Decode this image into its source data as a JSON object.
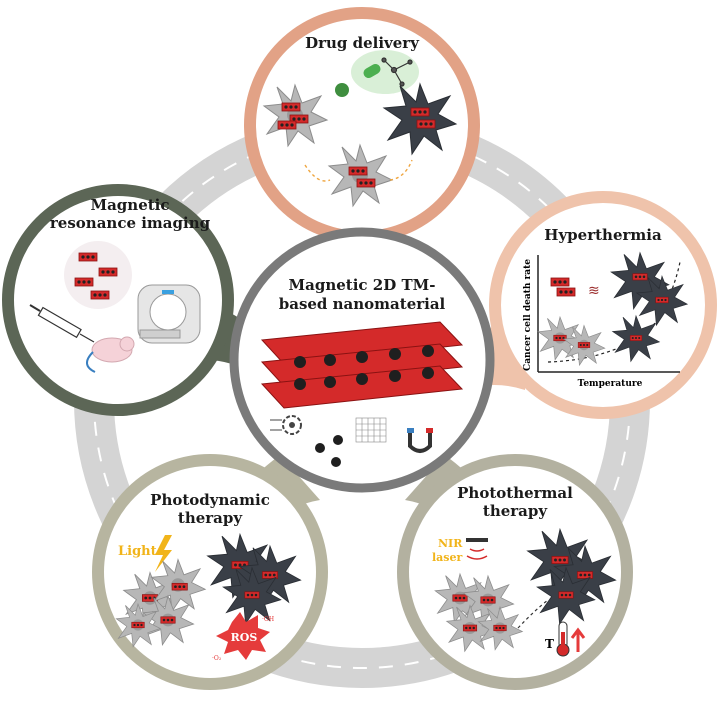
{
  "center": {
    "title_line1": "Magnetic 2D TM-",
    "title_line2": "based nanomaterial"
  },
  "nodes": {
    "drug_delivery": {
      "title": "Drug delivery"
    },
    "mri": {
      "title_line1": "Magnetic",
      "title_line2": "resonance imaging"
    },
    "hyperthermia": {
      "title": "Hyperthermia",
      "ylabel": "Cancer cell death rate",
      "xlabel": "Temperature"
    },
    "photodynamic": {
      "title_line1": "Photodynamic",
      "title_line2": "therapy",
      "light_label": "Light",
      "ros_label": "ROS",
      "ros_small_1": "·OH",
      "ros_small_2": "·O₂"
    },
    "photothermal": {
      "title_line1": "Photothermal",
      "title_line2": "therapy",
      "nir_line1": "NIR",
      "nir_line2": "laser",
      "t_label": "T"
    }
  },
  "colors": {
    "drug_delivery_ring": "#e2a286",
    "mri_ring": "#5c6656",
    "hyperthermia_ring": "#efc3ab",
    "photodynamic_ring": "#b7b5a0",
    "photothermal_ring": "#b3b1a0",
    "center_ring": "#7a7a7a",
    "road": "#d4d4d4",
    "nanosheet": "#d42a2a",
    "cell_dark": "#3a3f47",
    "cell_light": "#b5b5b5",
    "light_yellow": "#f1b41a",
    "ros_red": "#e53b3b"
  }
}
